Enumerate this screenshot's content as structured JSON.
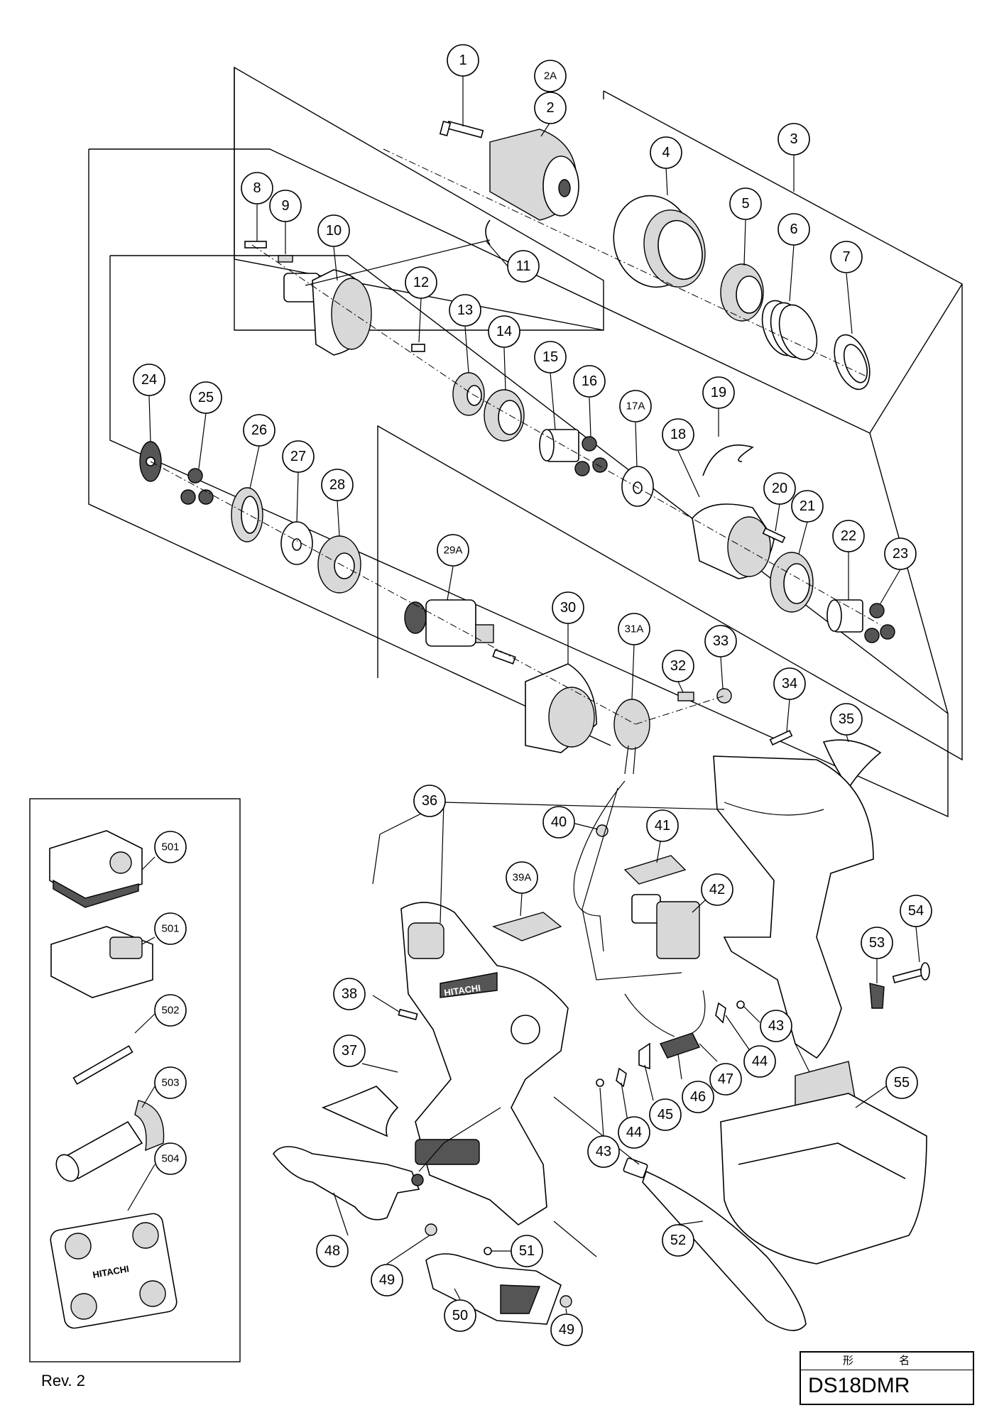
{
  "footer": {
    "revision": "Rev. 2"
  },
  "model_box": {
    "label": "形 名",
    "model": "DS18DMR"
  },
  "callouts": {
    "c1": "1",
    "c2A": "2A",
    "c2": "2",
    "c3": "3",
    "c4": "4",
    "c5": "5",
    "c6": "6",
    "c7": "7",
    "c8": "8",
    "c9": "9",
    "c10": "10",
    "c11": "11",
    "c12": "12",
    "c13": "13",
    "c14": "14",
    "c15": "15",
    "c16": "16",
    "c17A": "17A",
    "c18": "18",
    "c19": "19",
    "c20": "20",
    "c21": "21",
    "c22": "22",
    "c23": "23",
    "c24": "24",
    "c25": "25",
    "c26": "26",
    "c27": "27",
    "c28": "28",
    "c29A": "29A",
    "c30": "30",
    "c31A": "31A",
    "c32": "32",
    "c33": "33",
    "c34": "34",
    "c35": "35",
    "c36": "36",
    "c37": "37",
    "c38": "38",
    "c39A": "39A",
    "c40": "40",
    "c41": "41",
    "c42": "42",
    "c43a": "43",
    "c43b": "43",
    "c44a": "44",
    "c44b": "44",
    "c45": "45",
    "c46": "46",
    "c47": "47",
    "c48": "48",
    "c49a": "49",
    "c49b": "49",
    "c50": "50",
    "c51": "51",
    "c52": "52",
    "c53": "53",
    "c54": "54",
    "c55": "55",
    "c501a": "501",
    "c501b": "501",
    "c502": "502",
    "c503": "503",
    "c504": "504"
  },
  "brand_marks": {
    "housing": "HITACHI",
    "case": "HITACHI"
  }
}
